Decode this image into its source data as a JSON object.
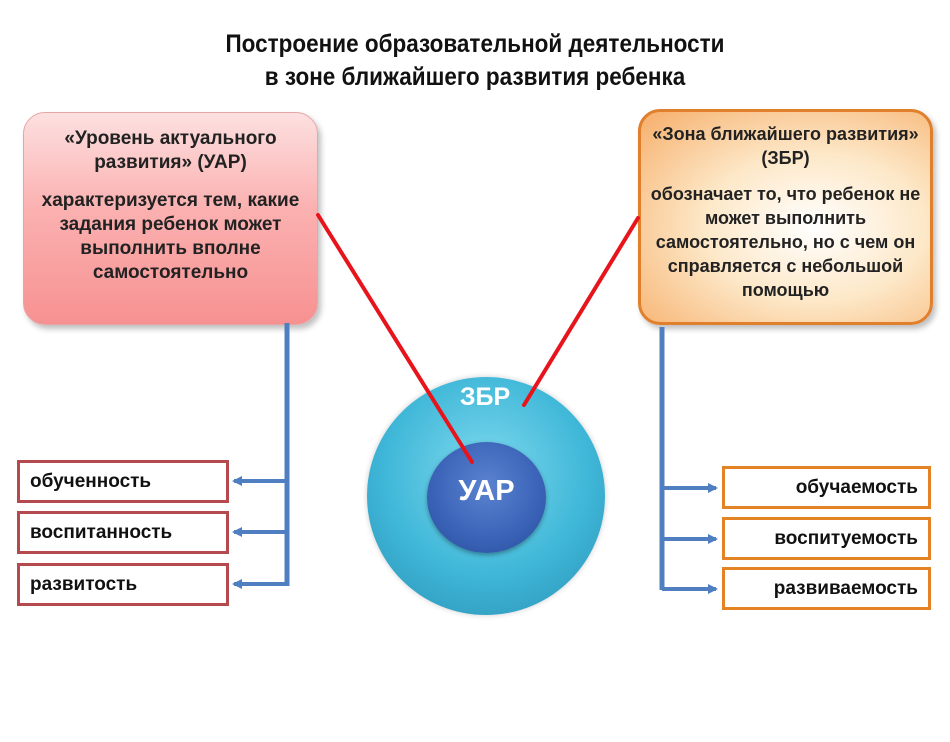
{
  "title": {
    "line1": "Построение образовательной деятельности",
    "line2": "в зоне ближайшего развития ребенка"
  },
  "left_card": {
    "title": "«Уровень актуального развития» (УАР)",
    "text": "характеризуется тем, какие задания ребенок может выполнить вполне самостоятельно"
  },
  "right_card": {
    "title": "«Зона ближайшего развития» (ЗБР)",
    "text": "обозначает  то, что ребенок не может выполнить самостоятельно, но с чем он справляется с небольшой помощью"
  },
  "circle": {
    "outer_label": "ЗБР",
    "inner_label": "УАР"
  },
  "left_items": [
    "обученность",
    "воспитанность",
    "развитость"
  ],
  "right_items": [
    "обучаемость",
    "воспитуемость",
    "развиваемость"
  ],
  "colors": {
    "connector_red": "#e8141c",
    "arrow_blue": "#4f7fc0",
    "left_box_border": "#b54a4e",
    "right_box_border": "#e38324",
    "outer_circle": "#3fb7d8",
    "inner_circle": "#3a63b8"
  }
}
